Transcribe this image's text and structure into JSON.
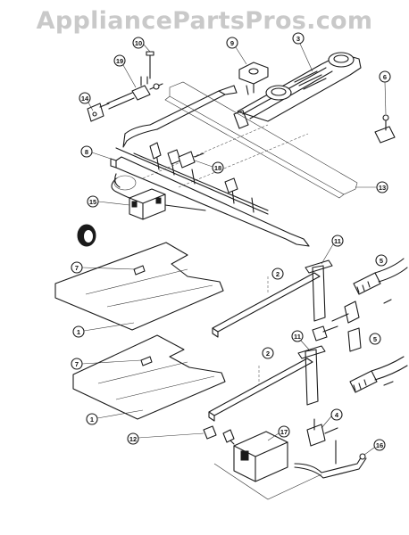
{
  "watermark": "AppliancePartsPros.com",
  "callouts": [
    {
      "id": "c1a",
      "label": "1"
    },
    {
      "id": "c1b",
      "label": "1"
    },
    {
      "id": "c2a",
      "label": "2"
    },
    {
      "id": "c2b",
      "label": "2"
    },
    {
      "id": "c3",
      "label": "3"
    },
    {
      "id": "c4",
      "label": "4"
    },
    {
      "id": "c5a",
      "label": "5"
    },
    {
      "id": "c5b",
      "label": "5"
    },
    {
      "id": "c6",
      "label": "6"
    },
    {
      "id": "c7a",
      "label": "7"
    },
    {
      "id": "c7b",
      "label": "7"
    },
    {
      "id": "c8",
      "label": "8"
    },
    {
      "id": "c9",
      "label": "9"
    },
    {
      "id": "c10",
      "label": "10"
    },
    {
      "id": "c11a",
      "label": "11"
    },
    {
      "id": "c11b",
      "label": "11"
    },
    {
      "id": "c12",
      "label": "12"
    },
    {
      "id": "c13",
      "label": "13"
    },
    {
      "id": "c14",
      "label": "14"
    },
    {
      "id": "c15",
      "label": "15"
    },
    {
      "id": "c16",
      "label": "16"
    },
    {
      "id": "c17",
      "label": "17"
    },
    {
      "id": "c18",
      "label": "18"
    },
    {
      "id": "c19",
      "label": "19"
    }
  ]
}
